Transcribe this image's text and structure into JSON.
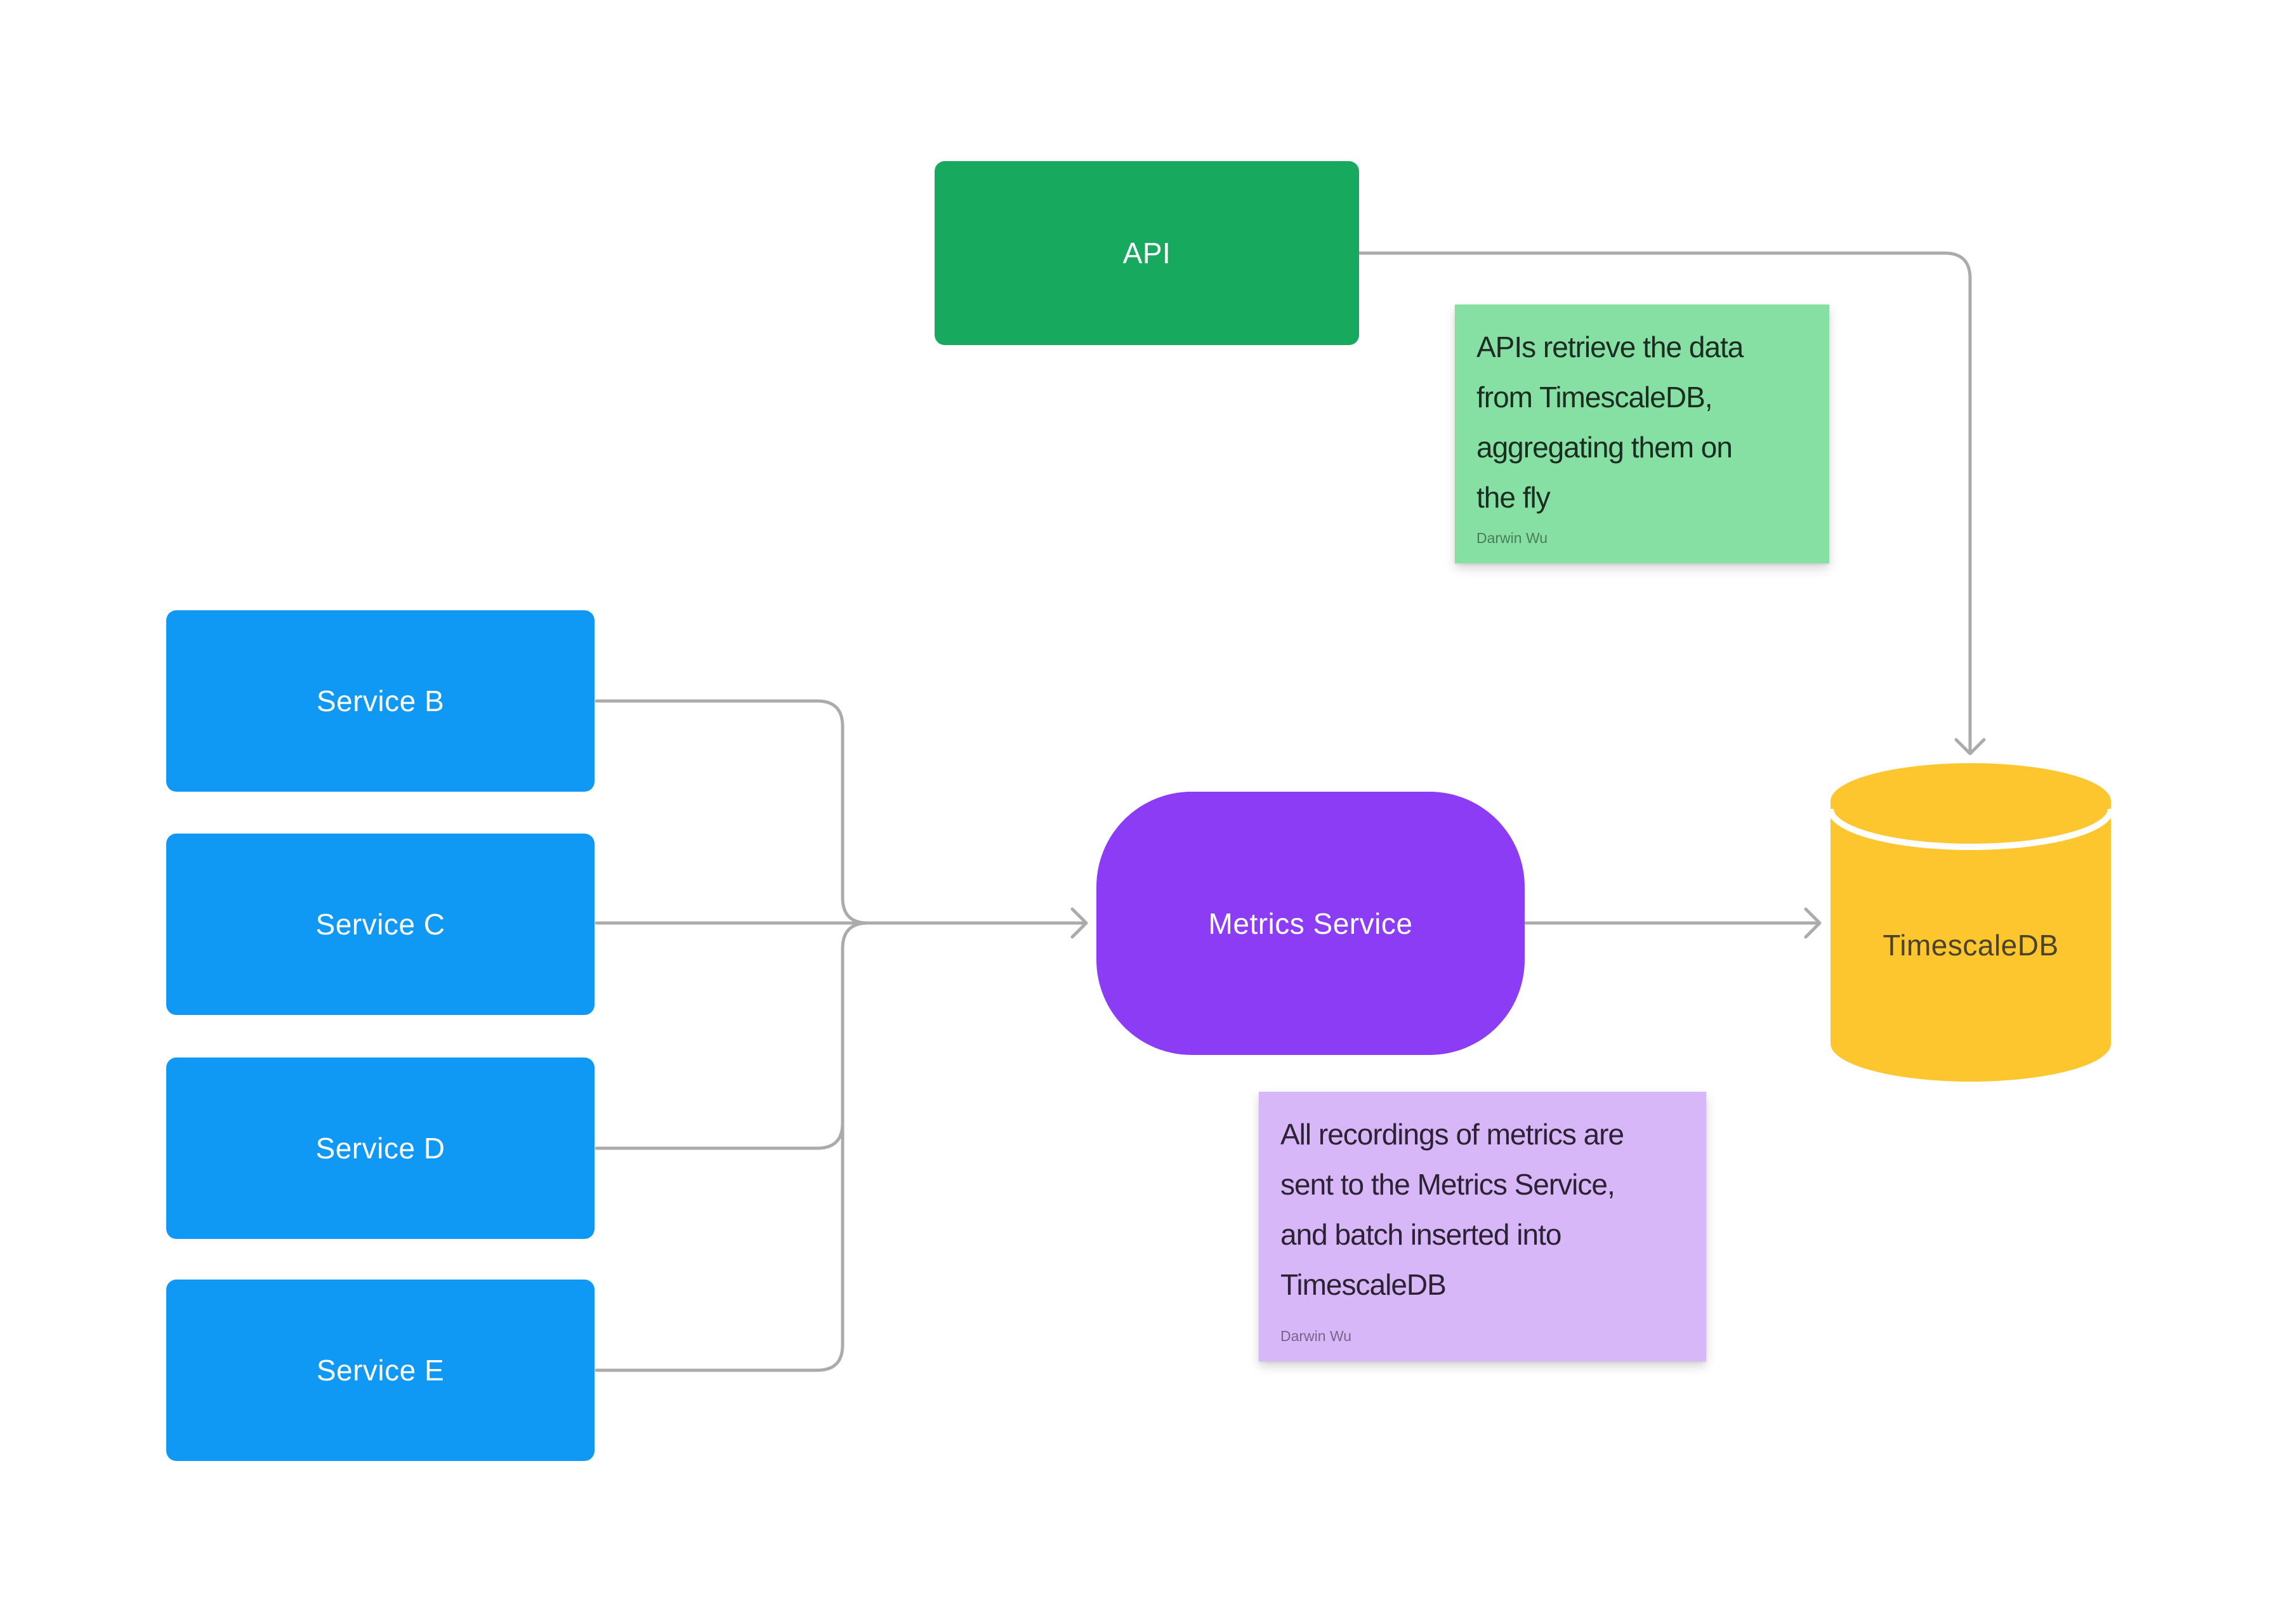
{
  "canvas": {
    "background": "#FFFFFF"
  },
  "palette": {
    "connector": "#ABABAB",
    "cylinder_separator": "#FFFFFF"
  },
  "nodes": {
    "api": {
      "label": "API",
      "fill": "#17A95D",
      "text_color": "#FFFFFF"
    },
    "service_b": {
      "label": "Service B",
      "fill": "#0F98F4",
      "text_color": "#FFFFFF"
    },
    "service_c": {
      "label": "Service C",
      "fill": "#0F98F4",
      "text_color": "#FFFFFF"
    },
    "service_d": {
      "label": "Service D",
      "fill": "#0F98F4",
      "text_color": "#FFFFFF"
    },
    "service_e": {
      "label": "Service E",
      "fill": "#0F98F4",
      "text_color": "#FFFFFF"
    },
    "metrics_service": {
      "label": "Metrics Service",
      "fill": "#8D3CF6",
      "text_color": "#FFFFFF"
    },
    "timescaledb": {
      "label": "TimescaleDB",
      "fill": "#FDC62F",
      "text_color": "#4A432A"
    }
  },
  "stickies": {
    "api_note": {
      "text": "APIs retrieve the data\nfrom TimescaleDB,\naggregating them on\nthe fly",
      "author": "Darwin Wu",
      "fill": "#87E0A3",
      "text_color": "#1B2C20"
    },
    "metrics_note": {
      "text": "All recordings of metrics are\nsent to the Metrics Service,\nand batch inserted into\nTimescaleDB",
      "author": "Darwin Wu",
      "fill": "#D8B7F8",
      "text_color": "#2B2334"
    }
  },
  "connectors": [
    {
      "id": "service-b-to-merge",
      "from": "Service B",
      "to": "Metrics Service"
    },
    {
      "id": "service-c-to-metrics",
      "from": "Service C",
      "to": "Metrics Service"
    },
    {
      "id": "service-d-to-merge",
      "from": "Service D",
      "to": "Metrics Service"
    },
    {
      "id": "service-e-to-merge",
      "from": "Service E",
      "to": "Metrics Service"
    },
    {
      "id": "metrics-to-timescaledb",
      "from": "Metrics Service",
      "to": "TimescaleDB"
    },
    {
      "id": "api-to-timescaledb",
      "from": "API",
      "to": "TimescaleDB"
    }
  ]
}
